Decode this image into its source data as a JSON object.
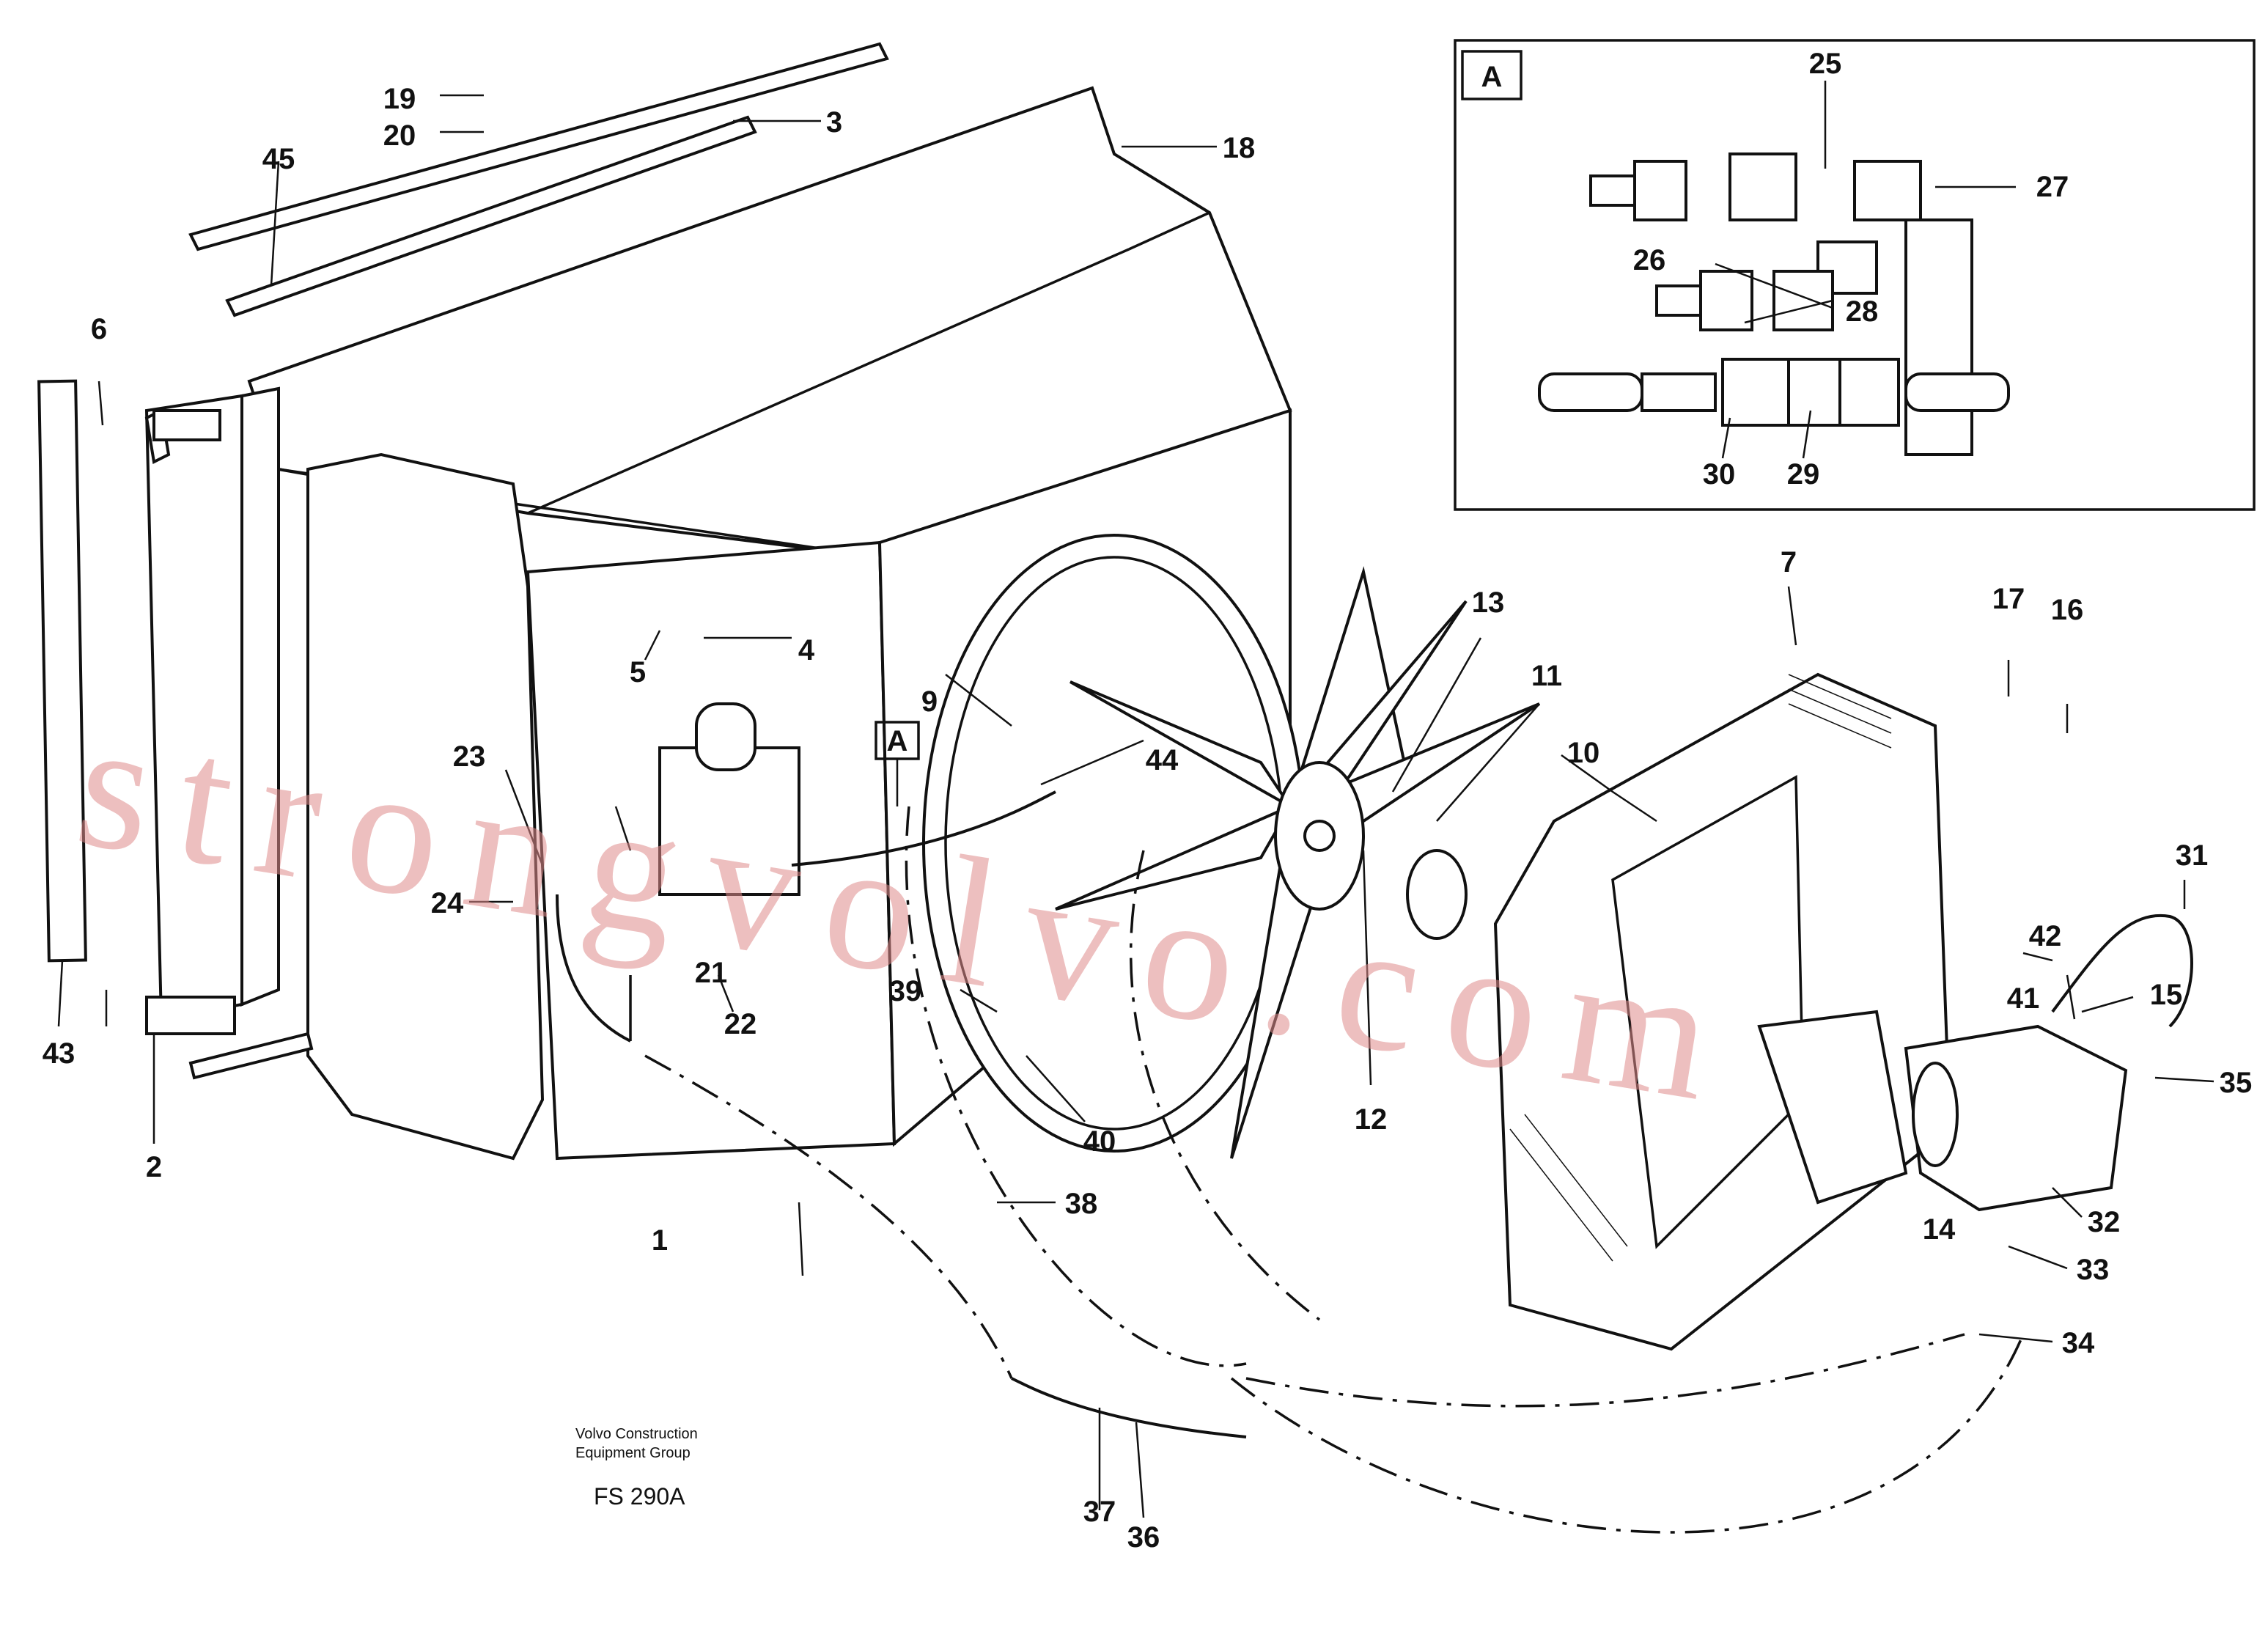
{
  "diagram": {
    "callouts": [
      "1",
      "2",
      "3",
      "4",
      "5",
      "6",
      "7",
      "9",
      "10",
      "11",
      "12",
      "13",
      "14",
      "15",
      "16",
      "17",
      "18",
      "19",
      "20",
      "21",
      "22",
      "23",
      "24",
      "25",
      "26",
      "27",
      "28",
      "29",
      "30",
      "31",
      "32",
      "33",
      "34",
      "35",
      "36",
      "37",
      "38",
      "39",
      "40",
      "41",
      "42",
      "43",
      "44",
      "45"
    ],
    "section_marker": "A",
    "inset_label": "A",
    "caption_line1": "Volvo Construction",
    "caption_line2": "Equipment Group",
    "figure_code": "FS 290A",
    "watermark": "strongvolvo.com",
    "watermark_color": "#e08c8c"
  }
}
